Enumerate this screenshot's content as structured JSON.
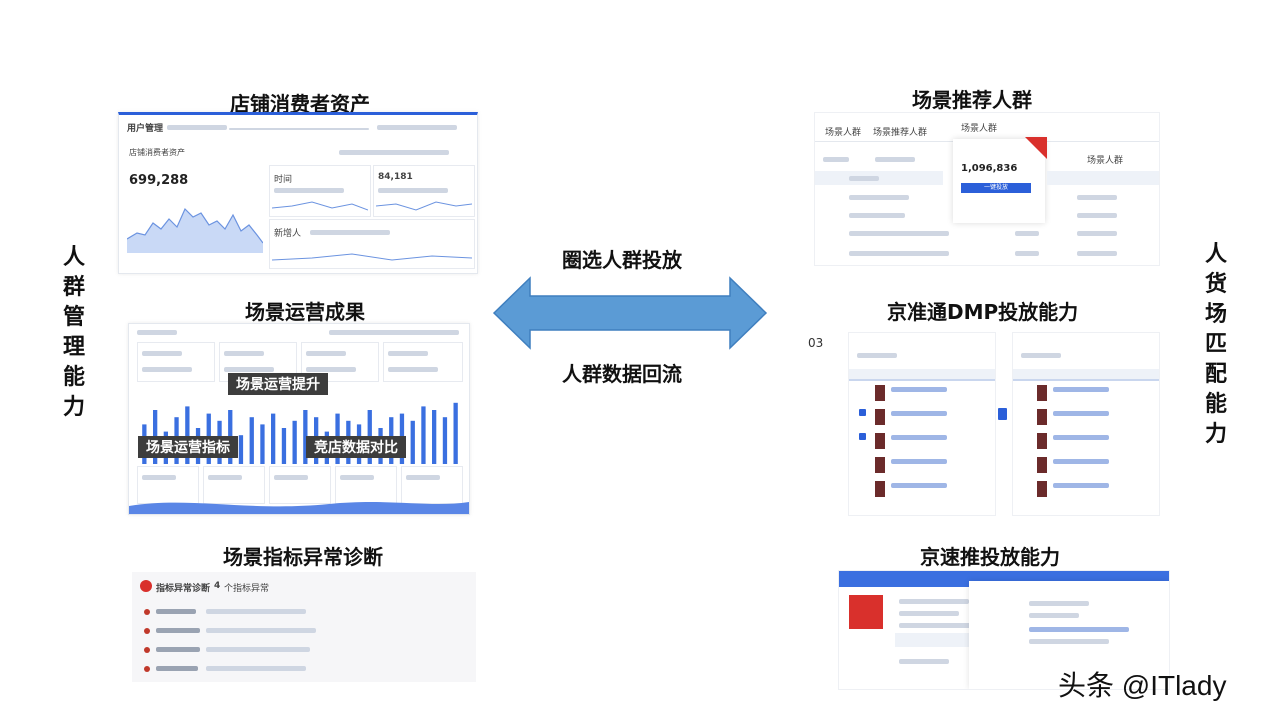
{
  "left_vertical": [
    "人",
    "群",
    "管",
    "理",
    "能",
    "力"
  ],
  "right_vertical": [
    "人",
    "货",
    "场",
    "匹",
    "配",
    "能",
    "力"
  ],
  "titles": {
    "store_assets": "店铺消费者资产",
    "scene_ops": "场景运营成果",
    "scene_diag": "场景指标异常诊断",
    "scene_recommend": "场景推荐人群",
    "jzt_dmp": "京准通DMP投放能力",
    "jst": "京速推投放能力"
  },
  "arrow": {
    "top_label": "圈选人群投放",
    "bottom_label": "人群数据回流",
    "color": "#5b9bd5"
  },
  "store_panel": {
    "header": "用户管理",
    "subheader": "店铺消费者资产",
    "big_number": "699,288",
    "stat1": "时间",
    "stat2": "84,181",
    "stat3": "新增人"
  },
  "ops_panel": {
    "overlays": [
      "场景运营提升",
      "场景运营指标",
      "竞店数据对比"
    ],
    "bars": [
      22,
      30,
      18,
      26,
      32,
      20,
      28,
      24,
      30,
      16,
      26,
      22,
      28,
      20,
      24,
      30,
      26,
      18,
      28,
      24,
      22,
      30,
      20,
      26,
      28,
      24,
      32,
      30,
      26,
      34
    ]
  },
  "diag_panel": {
    "header": "指标异常诊断",
    "count": "4",
    "subheader": "个指标异常"
  },
  "recommend_panel": {
    "tabs": [
      "场景人群",
      "场景推荐人群",
      "场景人群"
    ],
    "big_number": "1,096,836",
    "button": "一键投放",
    "label": "场景人群"
  },
  "dmp_panel": {
    "label": "03"
  },
  "watermark": "头条 @ITlady",
  "colors": {
    "accent": "#2b5fd9",
    "bar": "#3a6fe0",
    "overlay": "#3d3d3d",
    "badge": "#d9302c"
  }
}
